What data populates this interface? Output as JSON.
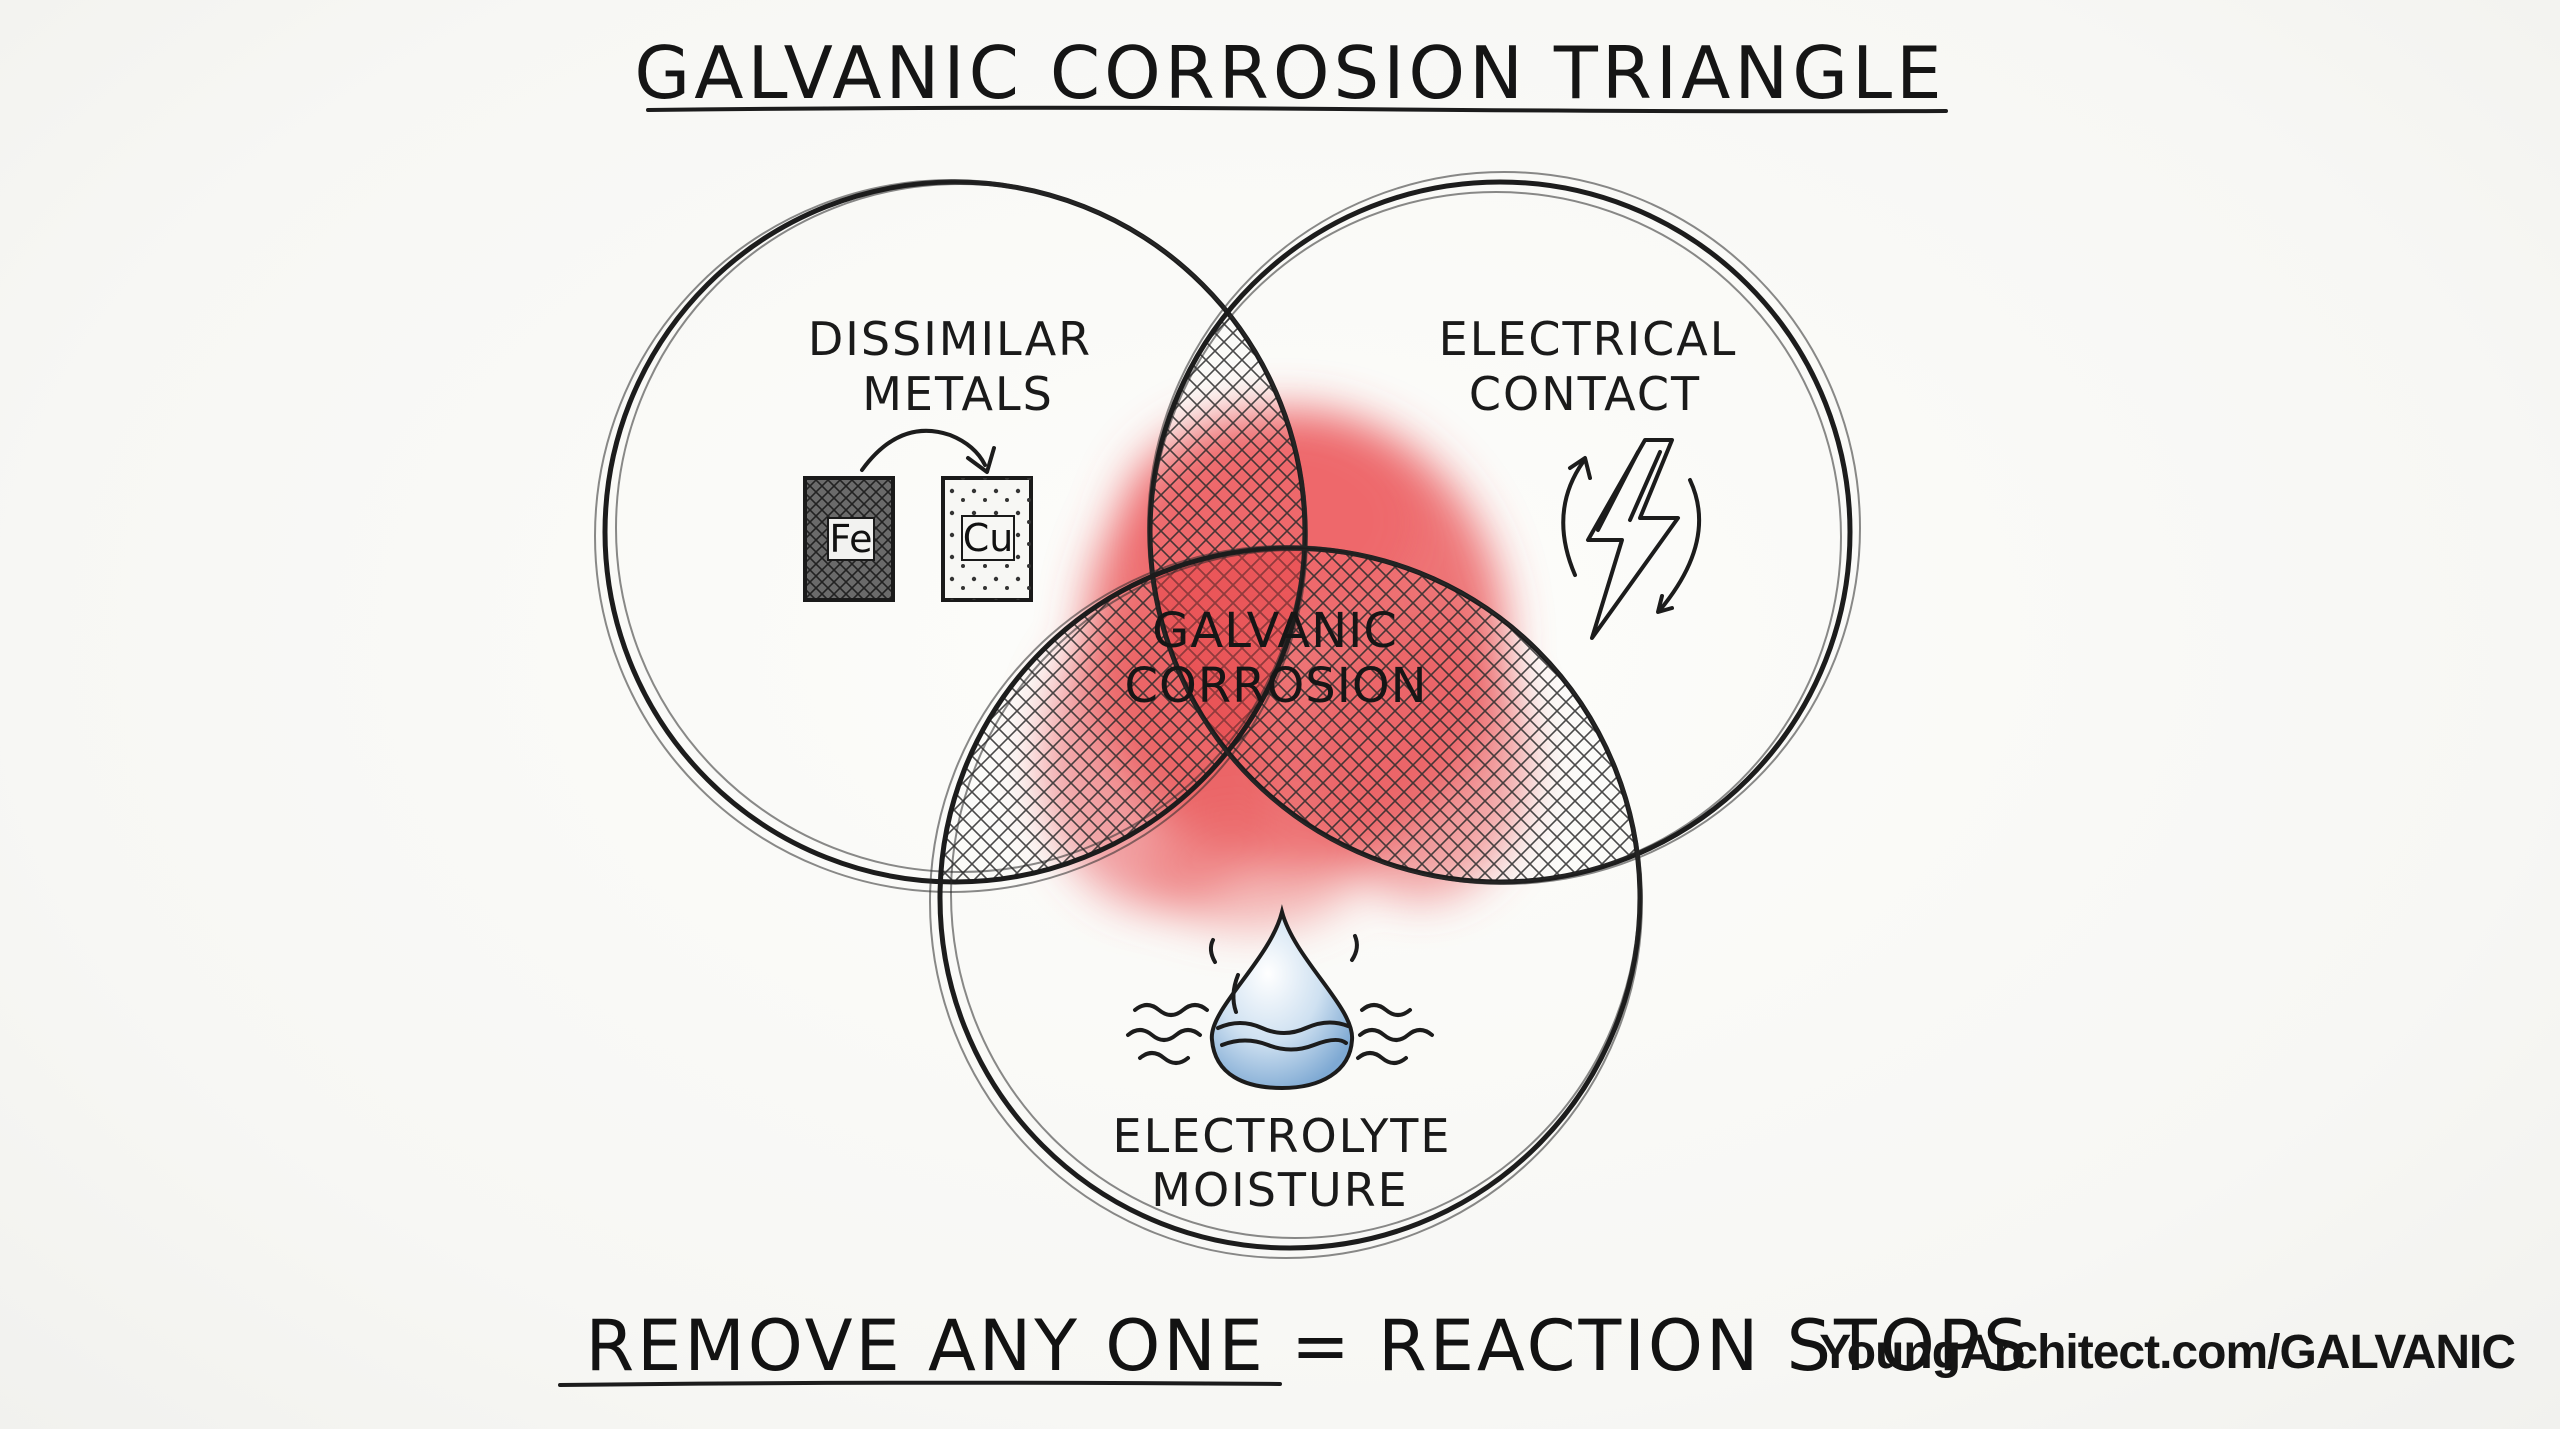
{
  "title": "GALVANIC CORROSION TRIANGLE",
  "circles": {
    "top_left": {
      "label_line1": "DISSIMILAR",
      "label_line2": "METALS",
      "metals": [
        "Fe",
        "Cu"
      ]
    },
    "top_right": {
      "label_line1": "ELECTRICAL",
      "label_line2": "CONTACT"
    },
    "bottom": {
      "label_line1": "ELECTROLYTE",
      "label_line2": "MOISTURE"
    }
  },
  "center": {
    "line1": "GALVANIC",
    "line2": "CORROSION"
  },
  "tagline": "REMOVE ANY ONE = REACTION STOPS",
  "url": "YoungArchitect.com/GALVANIC",
  "icons": {
    "metals": "metal-blocks-arrow-icon",
    "contact": "lightning-bolt-icon",
    "electrolyte": "water-drop-icon"
  },
  "colors": {
    "ink": "#1c1c1c",
    "accent_red": "#e8474b",
    "water_blue": "#8fb7dc"
  }
}
